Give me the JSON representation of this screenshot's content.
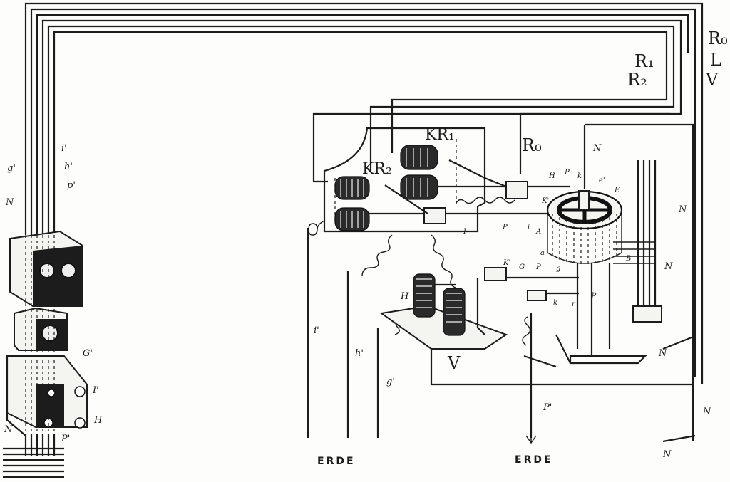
{
  "labels": {
    "r0_top": "R₀",
    "r1_top": "R₁",
    "r2_top": "R₂",
    "l_top": "L",
    "v_top": "V",
    "kr1": "KR₁",
    "kr2": "KR₂",
    "r0_mid": "R₀",
    "v_bottom": "V",
    "erde_left": "ERDE",
    "erde_right": "ERDE",
    "left_g": "g'",
    "left_i": "i'",
    "left_h": "h'",
    "left_p": "p'",
    "left_n": "N",
    "left_n2": "N",
    "left_G": "G'",
    "left_I": "I'",
    "left_H": "H",
    "left_P": "P'",
    "mid_i": "i'",
    "mid_h": "h'",
    "mid_g": "g'",
    "mid_p": "P'",
    "right_n1": "N",
    "right_n2": "N",
    "right_n3": "N",
    "right_n4": "N",
    "right_n5": "N",
    "right_n6": "N",
    "coil_H": "H",
    "small_H": "H",
    "small_P": "P",
    "small_k": "k",
    "small_e": "e'",
    "small_E": "E",
    "small_K": "K'",
    "small_I": "I",
    "small_P2": "P",
    "small_i": "i",
    "small_A": "A",
    "small_a": "a",
    "small_B": "B",
    "small_K2": "K'",
    "small_G": "G",
    "small_P3": "P",
    "small_g": "g",
    "small_k2": "k",
    "small_r": "r",
    "small_p": "p"
  }
}
